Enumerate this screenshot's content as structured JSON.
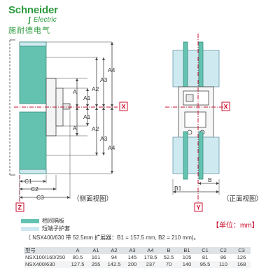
{
  "brand": {
    "name_en": "Schneider",
    "name_sub": "Electric",
    "name_cn": "施耐德电气",
    "color": "#2d9b3f"
  },
  "colors": {
    "phase_barrier": "#63c3b0",
    "terminal_cover": "#cfe9f0",
    "axis_red": "#c8102e",
    "line": "#444444"
  },
  "diagram": {
    "side_labels": {
      "a_top": "A",
      "a1_top": "A1",
      "a2_top": "A2",
      "a3_top": "A3",
      "a4_top": "A4",
      "a_bottom": "A",
      "a1_bottom": "A1",
      "a2_bottom": "A2",
      "a3_bottom": "A3",
      "a4_bottom": "A4",
      "c1": "C1",
      "c2": "C2",
      "c3": "C3",
      "axis_x": "X",
      "axis_z": "Z",
      "view_caption": "（侧面视图）"
    },
    "front_labels": {
      "b": "B",
      "b1": "B1",
      "axis_x": "X",
      "axis_y": "Y",
      "view_caption": "（正面视图）"
    }
  },
  "legend": [
    {
      "label": "相间隔板",
      "color_key": "phase_barrier"
    },
    {
      "label": "短端子护套",
      "color_key": "terminal_cover"
    }
  ],
  "unit_note": "【单位：mm】",
  "ext_note": "（ NSX400/630 带 52.5mm 扩展器：B1 = 157.5 mm, B2 = 210 mm)。",
  "table": {
    "headers": [
      "型号",
      "A",
      "A1",
      "A2",
      "A3",
      "A4",
      "B",
      "B1",
      "C1",
      "C2",
      "C3"
    ],
    "rows": [
      [
        "NSX100/160/250",
        "80.5",
        "161",
        "94",
        "145",
        "178.5",
        "52.5",
        "105",
        "81",
        "86",
        "126"
      ],
      [
        "NSX400/630",
        "127.5",
        "255",
        "142.5",
        "200",
        "237",
        "70",
        "140",
        "95.5",
        "110",
        "168"
      ]
    ]
  }
}
